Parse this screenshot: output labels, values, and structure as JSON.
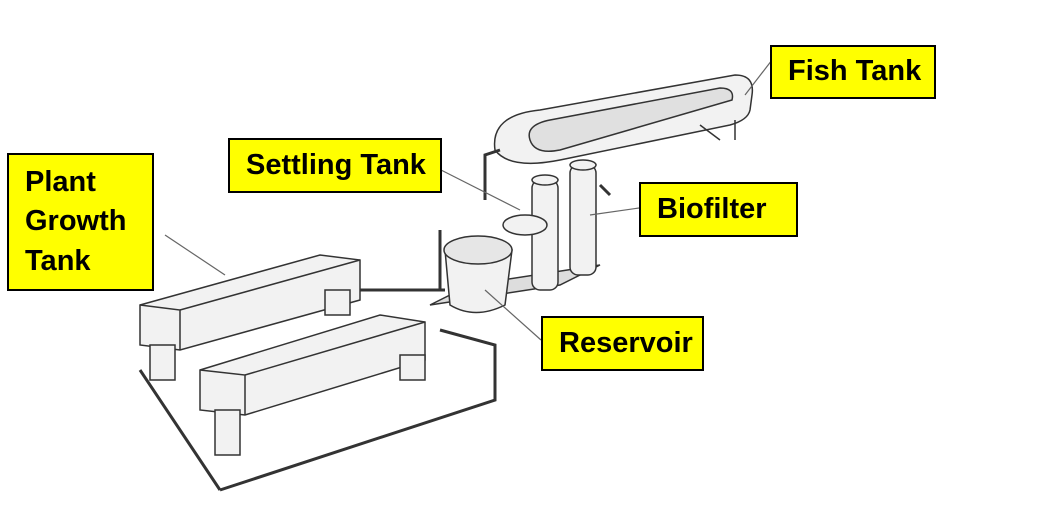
{
  "labels": {
    "fish_tank": "Fish Tank",
    "settling_tank": "Settling Tank",
    "biofilter": "Biofilter",
    "plant_growth_tank": "Plant Growth Tank",
    "reservoir": "Reservoir"
  },
  "colors": {
    "label_bg": "#ffff00",
    "outline": "#000000"
  }
}
